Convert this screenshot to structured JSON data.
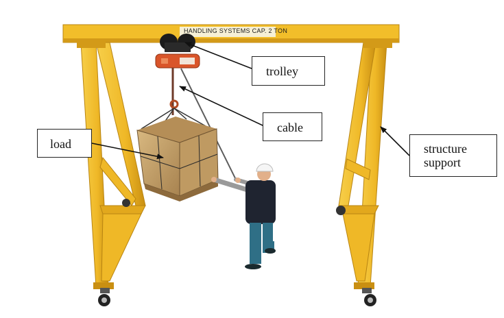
{
  "diagram": {
    "beam_marking": "HANDLING SYSTEMS CAP. 2  TON",
    "hoist_marking": "",
    "labels": {
      "trolley": "trolley",
      "cable": "cable",
      "load": "load",
      "structure_line1": "structure",
      "structure_line2": "support"
    },
    "colors": {
      "frame": "#f2be2a",
      "frame_shadow": "#c98f12",
      "hoist": "#d9552a",
      "trolley": "#1c1c1c",
      "crate": "#c9a56e",
      "worker_vest": "#1f2430",
      "worker_jeans": "#2f6f86",
      "arrow": "#111111"
    }
  }
}
